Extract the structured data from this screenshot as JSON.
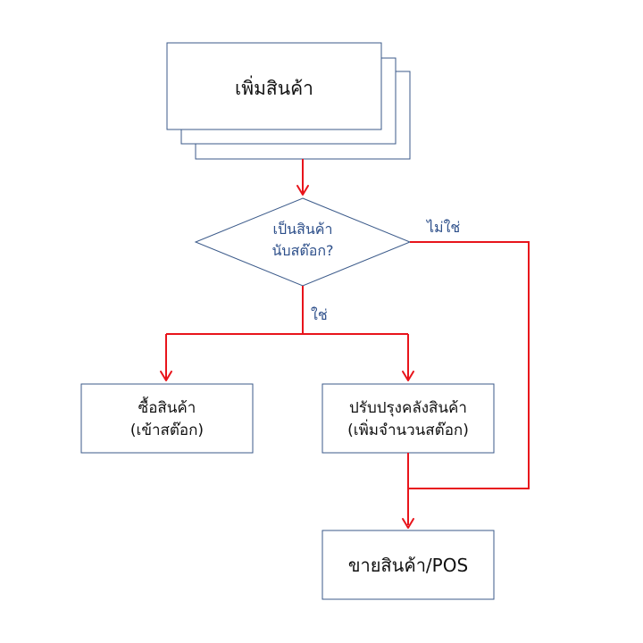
{
  "nodes": {
    "add_product": "เพิ่มสินค้า",
    "decision": [
      "เป็นสินค้า",
      "นับสต๊อก?"
    ],
    "buy_product": [
      "ซื้อสินค้า",
      "(เข้าสต๊อก)"
    ],
    "adjust_stock": [
      "ปรับปรุงคลังสินค้า",
      "(เพิ่มจำนวนสต๊อก)"
    ],
    "sell_pos": "ขายสินค้า/POS"
  },
  "edges": {
    "yes_label": "ใช่",
    "no_label": "ไม่ใช่"
  },
  "colors": {
    "box_border": "#3b5a8a",
    "arrow": "#e8141b",
    "decision_text": "#2d4f8a",
    "edge_label": "#2d4f8a",
    "text": "#111111"
  }
}
